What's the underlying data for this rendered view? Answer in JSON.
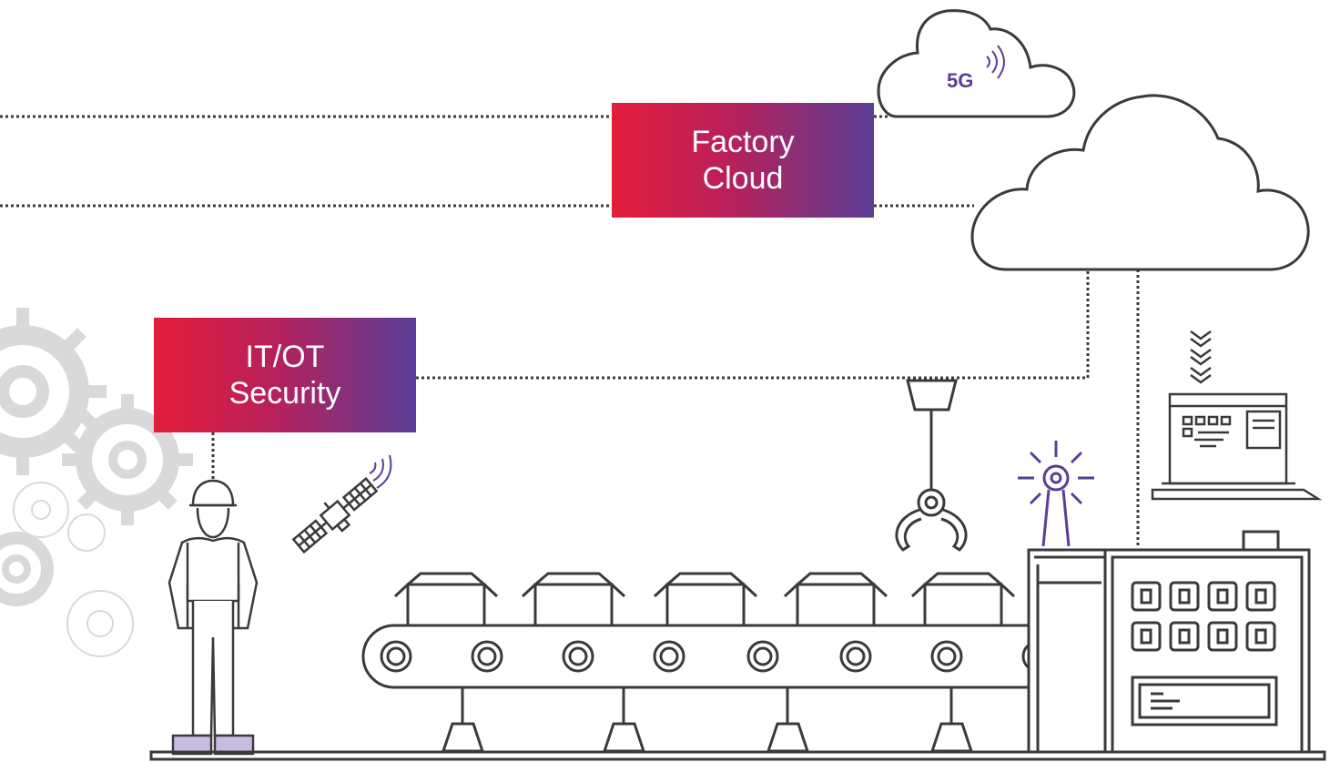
{
  "labels": {
    "factory_cloud": "Factory\nCloud",
    "itot_security": "IT/OT\nSecurity",
    "network_5g": "5G"
  },
  "colors": {
    "line": "#3a3a3a",
    "accent": "#5a3e96",
    "gradient_start": "#e31d3b",
    "gradient_end": "#5a3e96",
    "gear": "#d9d9d9",
    "boot": "#c8bde0"
  },
  "icons": [
    "gear-icon",
    "cloud-icon",
    "satellite-icon",
    "antenna-icon",
    "laptop-icon",
    "download-arrows-icon",
    "robotic-claw-icon",
    "conveyor-belt-icon",
    "worker-icon",
    "control-cabinet-icon"
  ]
}
